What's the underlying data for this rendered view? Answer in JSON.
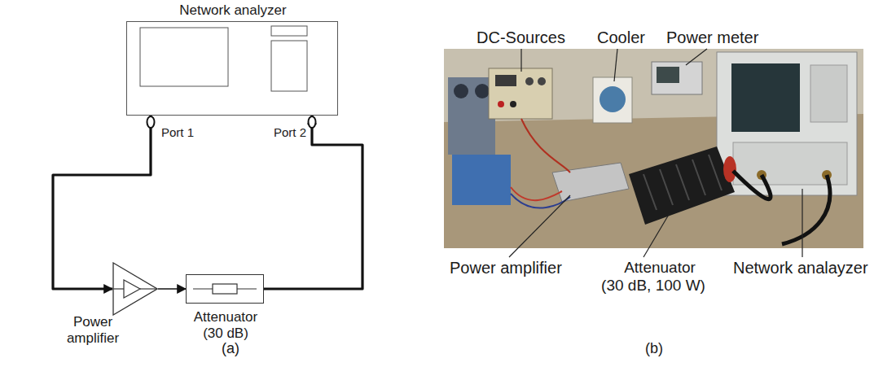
{
  "diagram": {
    "nodes": [
      {
        "text": [
          "Network analyzer"
        ]
      },
      {
        "text": [
          "Power amplifier"
        ]
      },
      {
        "text": [
          "Attenuator (30 dB)"
        ]
      }
    ],
    "edges": [
      {
        "from": 0,
        "to": 1,
        "arrow": "to"
      },
      {
        "from": 1,
        "to": 2,
        "arrow": "to"
      },
      {
        "from": 2,
        "to": 0,
        "arrow": "to"
      }
    ],
    "labels": [
      "Port 1",
      "Port 2",
      "(a)",
      "DC-Sources",
      "Cooler",
      "Power meter",
      "Power amplifier",
      "Attenuator (30 dB, 100 W)",
      "Network analayzer",
      "(b)"
    ]
  }
}
